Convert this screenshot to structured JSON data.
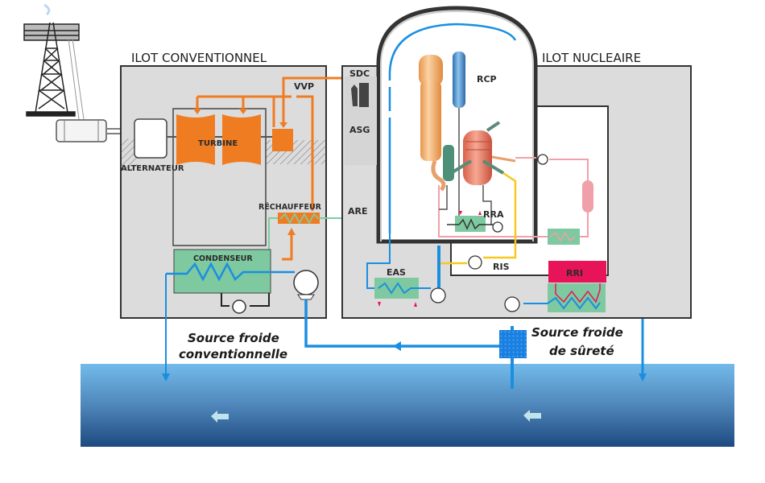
{
  "diagram": {
    "zones": {
      "conventional_title": "ILOT CONVENTIONNEL",
      "nuclear_title": "ILOT NUCLEAIRE"
    },
    "labels": {
      "vvp": "VVP",
      "turbine": "TURBINE",
      "alternator": "ALTERNATEUR",
      "reheater": "RÉCHAUFFEUR",
      "condenser": "CONDENSEUR",
      "sdc": "SDC",
      "asg": "ASG",
      "are": "ARE",
      "rcp": "RCP",
      "rra": "RRA",
      "ris": "RIS",
      "eas": "EAS",
      "rri": "RRI"
    },
    "cold_sources": {
      "conventional_line1": "Source froide",
      "conventional_line2": "conventionnelle",
      "safety_line1": "Source froide",
      "safety_line2": "de sûreté"
    },
    "colors": {
      "steam": "#f07c22",
      "feedwater": "#7fcca0",
      "cooling_water": "#1a8fe0",
      "primary_loop": "#f0a0a8",
      "safety_injection": "#f7c81e",
      "rri_box": "#e8145a",
      "exchanger": "#7ec9a0",
      "building": "#dcdcdc",
      "river_top": "#6fb8e8",
      "river_bottom": "#1d4a80"
    }
  }
}
